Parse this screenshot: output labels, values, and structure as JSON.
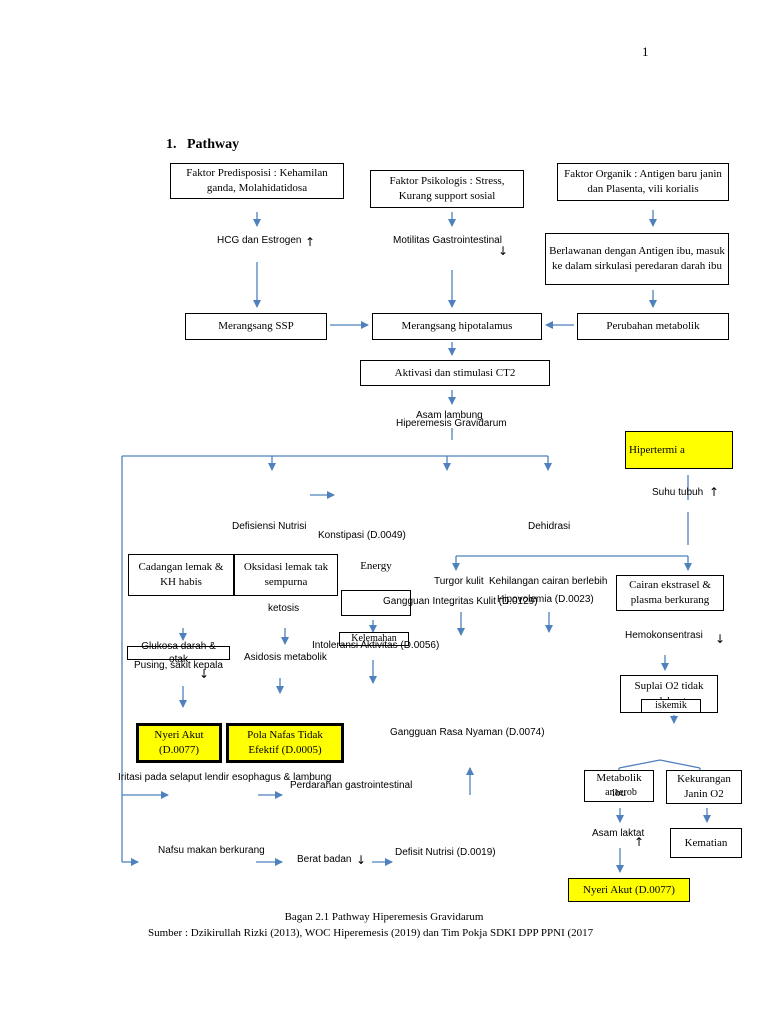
{
  "page_number": "1",
  "heading": "1.   Pathway",
  "boxes": {
    "predisposisi": "Faktor Predisposisi : Kehamilan ganda, Molahidatidosa",
    "psikologis": "Faktor Psikologis : Stress, Kurang support sosial",
    "organik": "Faktor Organik : Antigen baru janin dan Plasenta, vili korialis",
    "berlawanan": "Berlawanan dengan Antigen ibu, masuk ke dalam sirkulasi peredaran darah ibu",
    "ssp": "Merangsang SSP",
    "hipotalamus": "Merangsang hipotalamus",
    "metabolik": "Perubahan metabolik",
    "ct2": "Aktivasi dan stimulasi CT2",
    "hipertermia": "Hipertermi a",
    "cadangan": "Cadangan lemak & KH habis",
    "oksidasi": "Oksidasi lemak tak sempurna",
    "energy": "Energy",
    "kelemahan": "Kelemahan",
    "cairan": "Cairan ekstrasel & plasma berkurang",
    "glukosa": "Glukosa darah & otak",
    "suplai": "Suplai O2 tidak adekuat",
    "iskemik": "iskemik",
    "nyeri1": "Nyeri Akut (D.0077)",
    "pola": "Pola Nafas Tidak Efektif (D.0005)",
    "metabolik_ibu": "Metabolik ibu",
    "anaerob": "anaerob",
    "kekurangan": "Kekurangan Janin O2",
    "kematian": "Kematian",
    "nyeri2": "Nyeri Akut (D.0077)"
  },
  "labels": {
    "hcg": "HCG dan Estrogen",
    "motilitas": "Motilitas Gastrointestinal",
    "asam_lambung": "Asam lambung",
    "hiperemesis": "Hiperemesis Gravidarum",
    "suhu": "Suhu tubuh",
    "defisiensi": "Defisiensi Nutrisi",
    "konstipasi": "Konstipasi (D.0049)",
    "dehidrasi": "Dehidrasi",
    "turgor": "Turgor kulit",
    "kehilangan": "Kehilangan cairan berlebih",
    "hipovolemia": "Hipovolemia (D.0023)",
    "integritas": "Gangguan Integritas Kulit (D.0129)",
    "ketosis": "ketosis",
    "intoleransi": "Intoleransi Aktivitas (D.0056)",
    "hemokonsentrasi": "Hemokonsentrasi",
    "pusing": "Pusing, sakit kepala",
    "asidosis": "Asidosis metabolik",
    "rasa_nyaman": "Gangguan Rasa Nyaman (D.0074)",
    "iritasi": "Iritasi pada selaput lendir esophagus & lambung",
    "perdarahan": "Perdarahan gastrointestinal",
    "asam_laktat": "Asam laktat",
    "nafsu": "Nafsu makan berkurang",
    "berat": "Berat badan",
    "defisit": "Defisit Nutrisi (D.0019)"
  },
  "caption": {
    "line1": "Bagan 2.1 Pathway Hiperemesis Gravidarum",
    "line2": "Sumber : Dzikirullah Rizki (2013), WOC Hiperemesis (2019) dan Tim Pokja SDKI DPP PPNI (2017"
  },
  "colors": {
    "arrow": "#4f81bd",
    "highlight": "#ffff00"
  }
}
